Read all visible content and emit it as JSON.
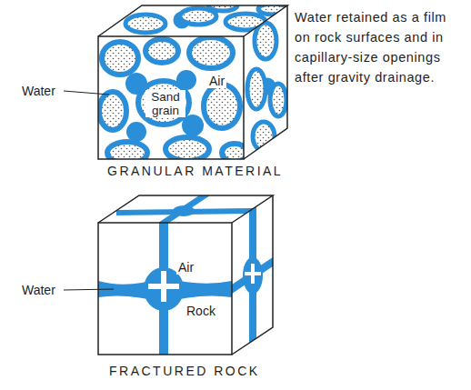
{
  "diagram": {
    "labels": [
      "Water",
      "Air",
      "Sand grain",
      "GRANULAR MATERIAL",
      "Water retained as a film on rock surfaces and in capillary-size openings after gravity drainage.",
      "Water",
      "Air",
      "Rock",
      "FRACTURED ROCK"
    ]
  }
}
